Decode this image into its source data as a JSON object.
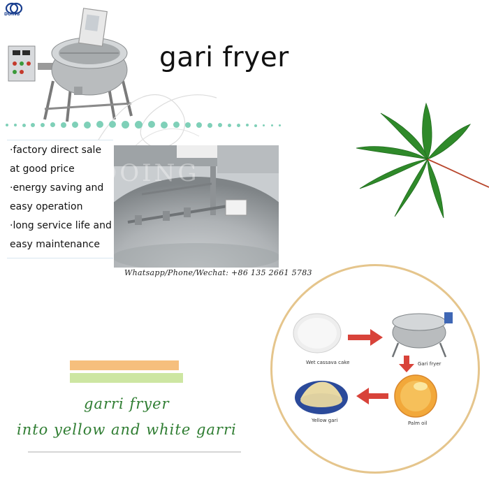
{
  "brand": {
    "logo_text": "DOING",
    "watermark": "DOING"
  },
  "title": "gari fryer",
  "features": [
    "·factory direct sale",
    " at good price",
    "·energy saving and",
    " easy operation",
    "·long service life and",
    " easy maintenance"
  ],
  "contact": "Whatsapp/Phone/Wechat: +86 135 2661 5783",
  "handwritten": {
    "line1": "garri fryer",
    "line2": "into yellow and white garri"
  },
  "process": {
    "step1": "Wet cassava cake",
    "step2": "Gari fryer",
    "step3": "Palm oil",
    "step4": "Yellow gari"
  },
  "colors": {
    "accent_dots": "#7fd0b8",
    "bar_orange": "#f6bf7d",
    "bar_green": "#cde6a2",
    "handwriting": "#2f7d32",
    "circle_border": "#e5c58c",
    "arrow_red": "#d8433a",
    "leaf_green": "#2f8a2a"
  }
}
